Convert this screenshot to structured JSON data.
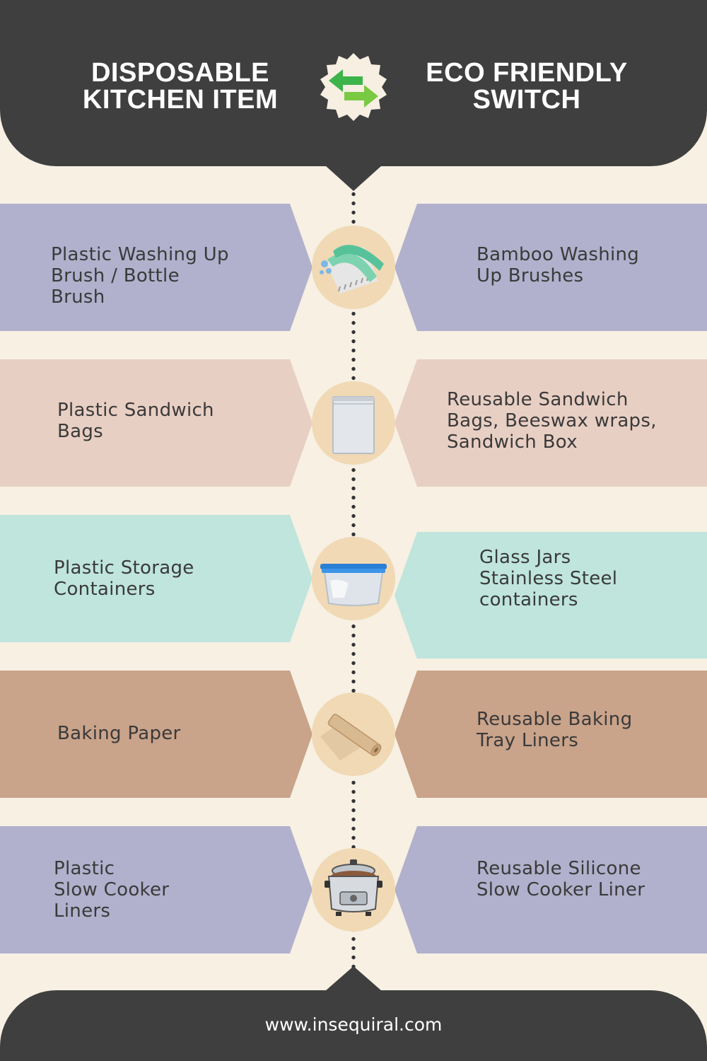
{
  "header": {
    "left_title": "DISPOSABLE\nKITCHEN ITEM",
    "right_title": "ECO FRIENDLY\nSWITCH",
    "badge_icon": "swap-arrows-icon"
  },
  "items": [
    {
      "disposable": "Plastic Washing Up\nBrush / Bottle\nBrush",
      "eco": "Bamboo Washing\nUp Brushes",
      "icon": "scrub-brush-icon",
      "color": "#b1b1cd"
    },
    {
      "disposable": "Plastic Sandwich\nBags",
      "eco": "Reusable Sandwich\nBags, Beeswax wraps,\nSandwich Box",
      "icon": "sandwich-bag-icon",
      "color": "#e8cfc3"
    },
    {
      "disposable": "Plastic Storage\nContainers",
      "eco": "Glass Jars\nStainless Steel\ncontainers",
      "icon": "storage-container-icon",
      "color": "#bfe5dc"
    },
    {
      "disposable": "Baking Paper",
      "eco": "Reusable Baking\nTray Liners",
      "icon": "baking-paper-roll-icon",
      "color": "#c9a38a"
    },
    {
      "disposable": "Plastic\nSlow Cooker\nLiners",
      "eco": "Reusable Silicone\nSlow Cooker Liner",
      "icon": "slow-cooker-icon",
      "color": "#b1b1cd"
    }
  ],
  "footer": {
    "url": "www.insequiral.com"
  },
  "colors": {
    "background": "#f7f0e3",
    "dark_band": "#3f3f3f",
    "icon_circle": "#f0d9b4",
    "arrow_green": "#3cb44a"
  }
}
